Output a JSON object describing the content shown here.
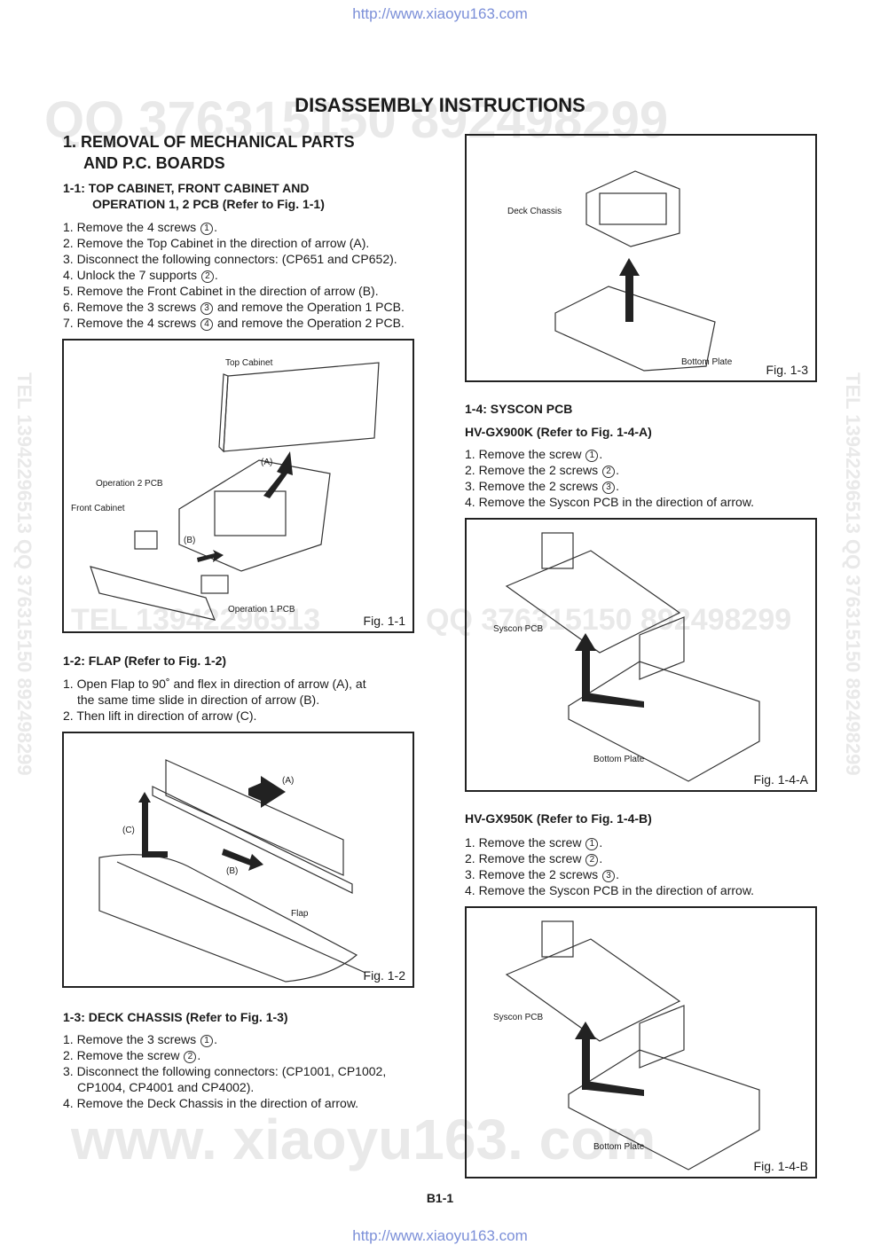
{
  "header_url": "http://www.xiaoyu163.com",
  "footer_url": "http://www.xiaoyu163.com",
  "watermarks": {
    "qq_top": "QQ 376315150  892498299",
    "tel_mid": "TEL 13942296513",
    "qq_mid": "QQ 376315150  892498299",
    "www_bottom": "www. xiaoyu163. com",
    "side_vertical": "TEL 13942296513  QQ 376315150  892498299"
  },
  "title": "DISASSEMBLY INSTRUCTIONS",
  "section": {
    "line1": "1. REMOVAL OF MECHANICAL PARTS",
    "line2": "AND P.C. BOARDS"
  },
  "s11": {
    "heading_line1": "1-1: TOP CABINET, FRONT CABINET AND",
    "heading_line2": "OPERATION 1, 2 PCB (Refer to Fig. 1-1)",
    "steps": [
      [
        "1. Remove the 4 screws ",
        "1",
        "."
      ],
      [
        "2. Remove the Top Cabinet in the direction of arrow (A).",
        "",
        ""
      ],
      [
        "3. Disconnect the following connectors: (CP651 and CP652).",
        "",
        ""
      ],
      [
        "4. Unlock the 7 supports ",
        "2",
        "."
      ],
      [
        "5. Remove the Front Cabinet in the direction of arrow (B).",
        "",
        ""
      ],
      [
        "6. Remove the 3 screws ",
        "3",
        " and remove the Operation 1 PCB."
      ],
      [
        "7. Remove the 4 screws ",
        "4",
        " and remove the Operation 2 PCB."
      ]
    ]
  },
  "fig11": {
    "caption": "Fig. 1-1",
    "labels": {
      "top_cabinet": "Top Cabinet",
      "operation2": "Operation 2 PCB",
      "front_cabinet": "Front Cabinet",
      "operation1": "Operation 1 PCB",
      "arrow_a": "(A)",
      "arrow_b": "(B)"
    }
  },
  "s12": {
    "heading": "1-2: FLAP (Refer to Fig. 1-2)",
    "step1_line1": "1. Open Flap to 90˚ and flex in direction of arrow (A), at",
    "step1_line2": "the same time slide in direction of arrow (B).",
    "step2": "2. Then lift in direction of arrow (C)."
  },
  "fig12": {
    "caption": "Fig. 1-2",
    "labels": {
      "a": "(A)",
      "b": "(B)",
      "c": "(C)",
      "flap": "Flap"
    }
  },
  "s13": {
    "heading": "1-3: DECK CHASSIS (Refer to Fig. 1-3)",
    "step1": [
      "1. Remove the 3 screws ",
      "1",
      "."
    ],
    "step2": [
      "2. Remove the screw ",
      "2",
      "."
    ],
    "step3_line1": "3. Disconnect the following connectors: (CP1001, CP1002,",
    "step3_line2": "CP1004, CP4001 and CP4002).",
    "step4": "4. Remove the Deck Chassis in the direction of arrow."
  },
  "fig13": {
    "caption": "Fig. 1-3",
    "labels": {
      "deck_chassis": "Deck Chassis",
      "bottom_plate": "Bottom Plate"
    }
  },
  "s14": {
    "heading": "1-4: SYSCON PCB",
    "sub_a": "HV-GX900K (Refer to Fig. 1-4-A)",
    "steps_a": [
      [
        "1. Remove the screw ",
        "1",
        "."
      ],
      [
        "2. Remove the 2 screws ",
        "2",
        "."
      ],
      [
        "3. Remove the 2 screws ",
        "3",
        "."
      ],
      [
        "4. Remove the Syscon PCB in the direction of arrow.",
        "",
        ""
      ]
    ],
    "sub_b": "HV-GX950K (Refer to Fig. 1-4-B)",
    "steps_b": [
      [
        "1. Remove the screw ",
        "1",
        "."
      ],
      [
        "2. Remove the screw ",
        "2",
        "."
      ],
      [
        "3. Remove the 2 screws ",
        "3",
        "."
      ],
      [
        "4. Remove the Syscon PCB in the direction of arrow.",
        "",
        ""
      ]
    ]
  },
  "fig14a": {
    "caption": "Fig. 1-4-A",
    "labels": {
      "syscon": "Syscon PCB",
      "bottom_plate": "Bottom Plate"
    }
  },
  "fig14b": {
    "caption": "Fig. 1-4-B",
    "labels": {
      "syscon": "Syscon PCB",
      "bottom_plate": "Bottom Plate"
    }
  },
  "page_number": "B1-1",
  "colors": {
    "url": "#7b8fd8",
    "watermark": "#e9e9e9",
    "ink": "#1a1a1a"
  }
}
